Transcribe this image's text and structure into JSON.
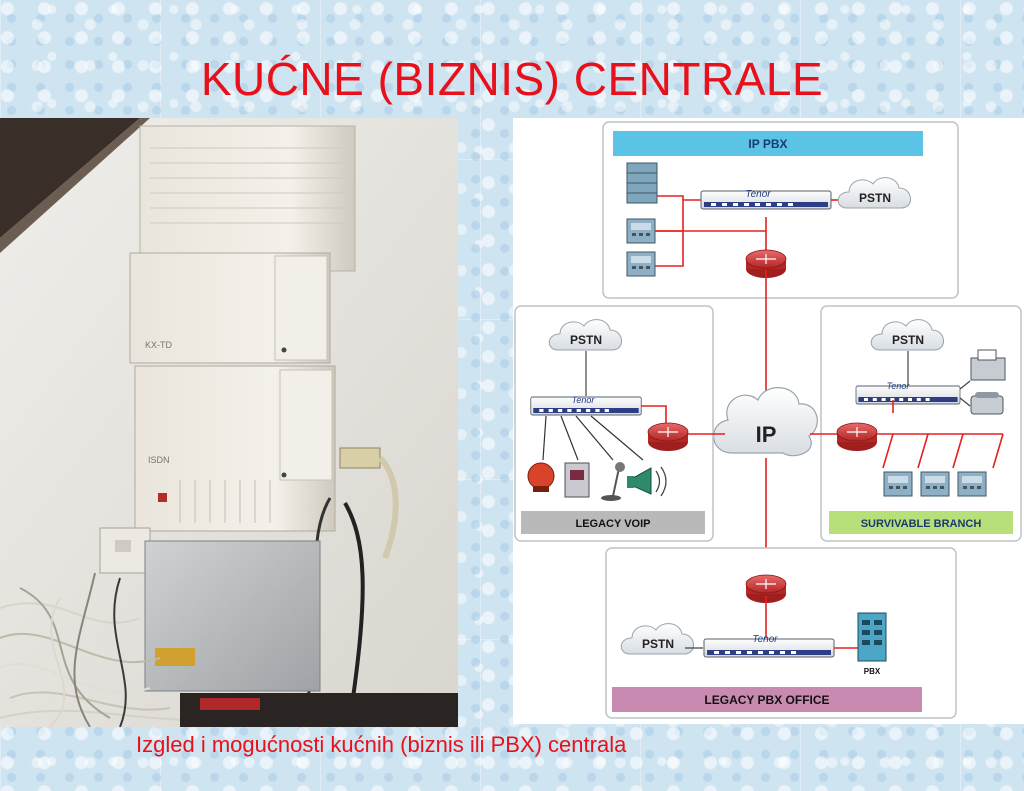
{
  "slide": {
    "title": "KUĆNE (BIZNIS) CENTRALE",
    "caption": "Izgled i mogućnosti kućnih (biznis ili PBX) centrala"
  },
  "photo": {
    "panel_label_1": "KX-TD",
    "panel_label_2": "ISDN"
  },
  "diagram": {
    "ip_pbx_title": "IP PBX",
    "legacy_voip_title": "LEGACY VOIP",
    "survivable_branch_title": "SURVIVABLE BRANCH",
    "legacy_pbx_office_title": "LEGACY PBX OFFICE",
    "pstn_label": "PSTN",
    "ip_label": "IP",
    "tenor_label": "Tenor",
    "pbx_label": "PBX"
  },
  "colors": {
    "title_red": "#e8101a",
    "ip_pbx_bar": "#5bc3e6",
    "legacy_voip_bar": "#b9b9b9",
    "survivable_branch_bar": "#b8e07a",
    "legacy_pbx_bar": "#c88ab0",
    "link_red": "#e62020",
    "router_red": "#d43a3a"
  }
}
